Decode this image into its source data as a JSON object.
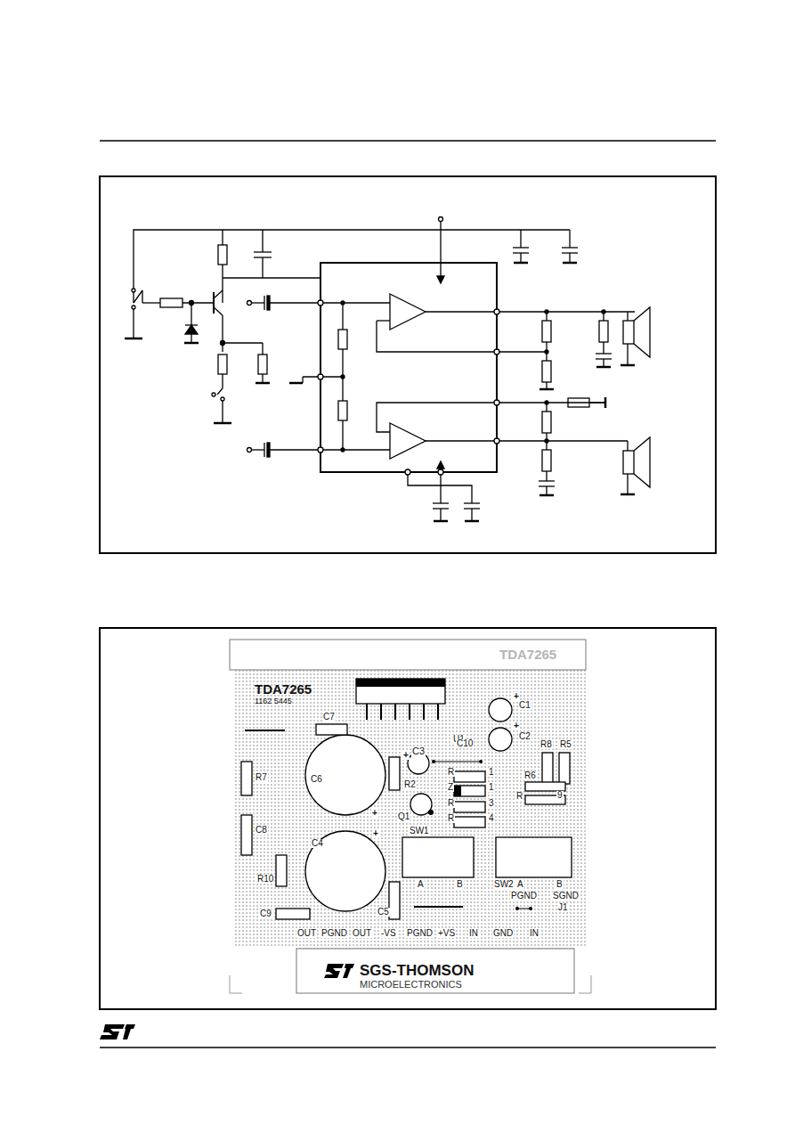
{
  "diagram": {
    "labels": [
      "TDA7265",
      "TDA7265",
      "1162 5445",
      "U1",
      "C1",
      "+",
      "C2",
      "+",
      "C7",
      "C10",
      "C3",
      "+",
      "R2",
      "C6",
      "R7",
      "+",
      "+",
      "C4",
      "C8",
      "R10",
      "C9",
      "C5",
      "Q1",
      "R",
      "1",
      "Z",
      "1",
      "R",
      "3",
      "R",
      "4",
      "R8",
      "R5",
      "R6",
      "R",
      "9",
      "SW1",
      "A",
      "B",
      "SW2",
      "A",
      "B",
      "PGND",
      "SGND",
      "J1",
      "OUT",
      "PGND",
      "OUT",
      "-VS",
      "PGND",
      "+VS",
      "IN",
      "GND",
      "IN",
      "SGS-THOMSON",
      "MICROELECTRONICS"
    ]
  }
}
